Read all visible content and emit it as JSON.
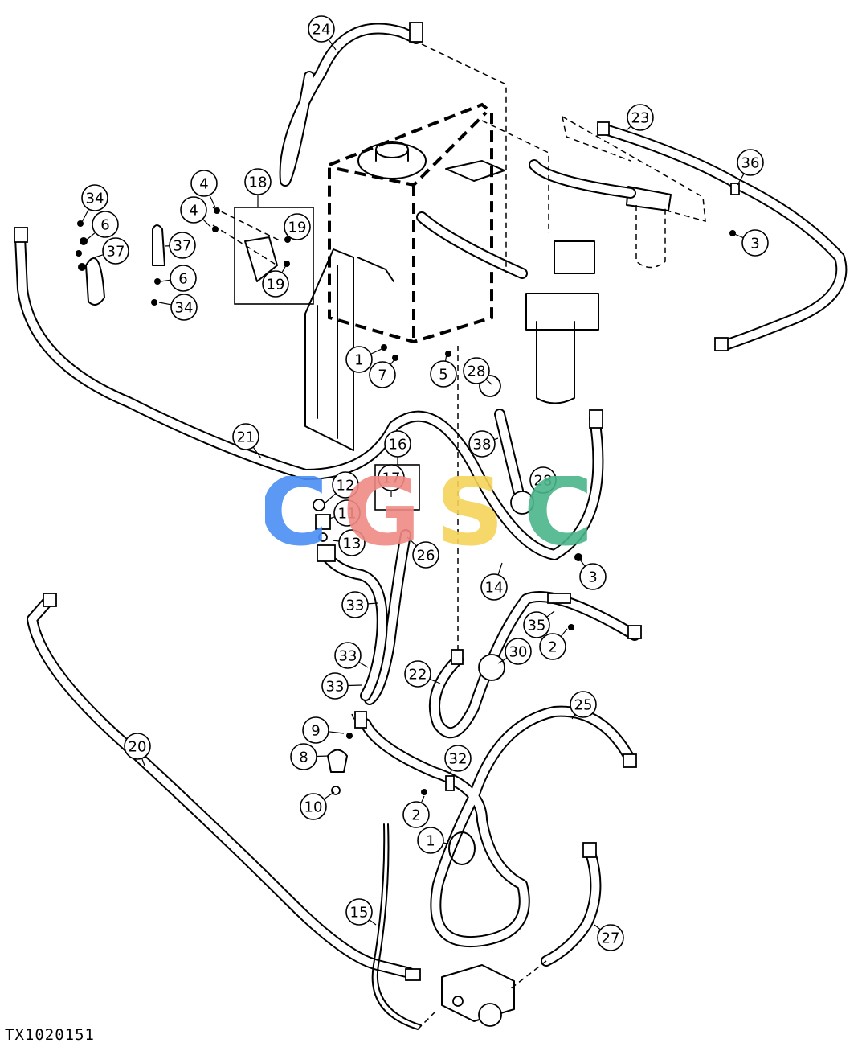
{
  "figure_id": "TX1020151",
  "watermark": {
    "letters": [
      "C",
      "G",
      "S",
      "C"
    ],
    "colors": [
      "#4a8ff5",
      "#f08a84",
      "#f5d35a",
      "#4bb58a"
    ]
  },
  "callouts": [
    "24",
    "23",
    "36",
    "3",
    "18",
    "4",
    "4",
    "19",
    "19",
    "34",
    "6",
    "37",
    "37",
    "6",
    "34",
    "1",
    "7",
    "5",
    "28",
    "38",
    "28",
    "21",
    "16",
    "17",
    "12",
    "11",
    "13",
    "26",
    "33",
    "33",
    "33",
    "14",
    "3",
    "35",
    "2",
    "30",
    "22",
    "20",
    "25",
    "9",
    "8",
    "10",
    "32",
    "2",
    "1",
    "15",
    "27"
  ]
}
